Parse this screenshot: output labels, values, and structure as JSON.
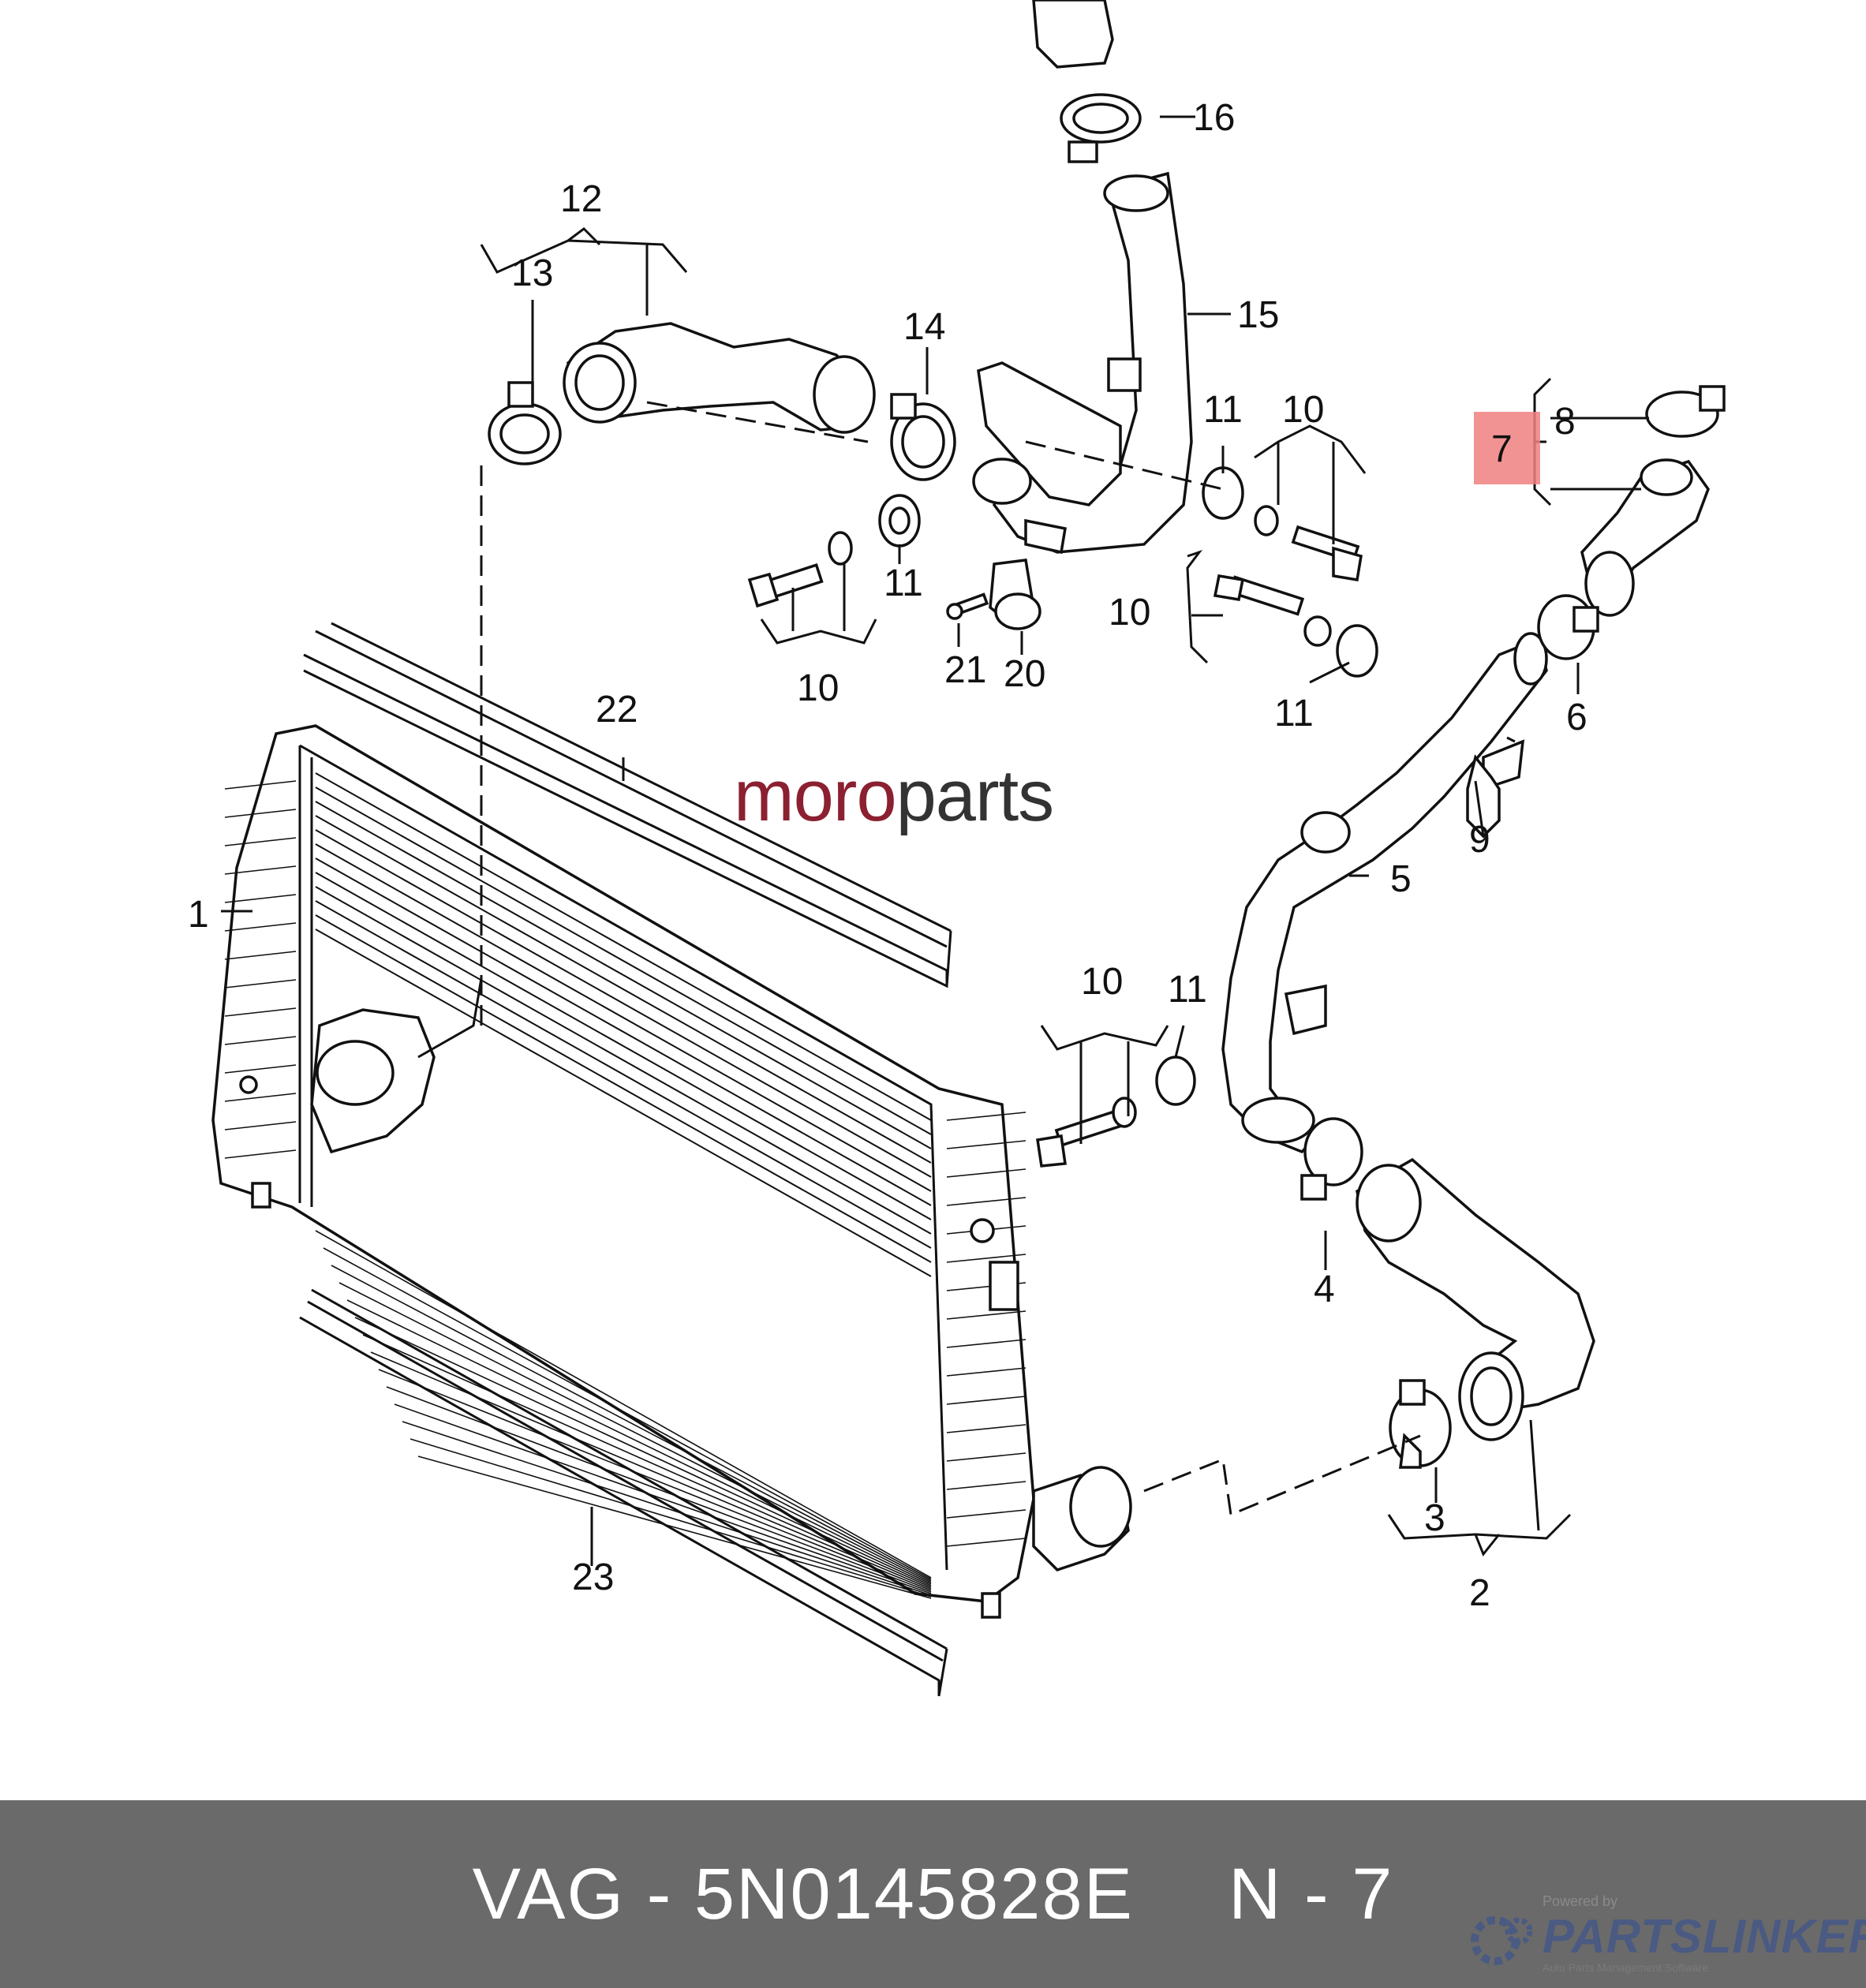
{
  "diagram": {
    "watermark": {
      "prefix": "moro",
      "suffix": "parts",
      "prefix_color": "#8b2030",
      "suffix_color": "#333333"
    },
    "callouts": {
      "c1": "1",
      "c2": "2",
      "c3": "3",
      "c4": "4",
      "c5": "5",
      "c6": "6",
      "c7": "7",
      "c8": "8",
      "c9": "9",
      "c10a": "10",
      "c10b": "10",
      "c10c": "10",
      "c10d": "10",
      "c11a": "11",
      "c11b": "11",
      "c11c": "11",
      "c11d": "11",
      "c12": "12",
      "c13": "13",
      "c14": "14",
      "c15": "15",
      "c16": "16",
      "c20": "20",
      "c21": "21",
      "c22": "22",
      "c23": "23"
    },
    "highlight_color": "#f08080"
  },
  "footer": {
    "brand": "VAG",
    "separator": "-",
    "part_number": "5N0145828E",
    "position": "N - 7",
    "powered_by": "Powered by",
    "logo_name": "PARTSLINKER",
    "logo_tagline": "Auto Parts Management Software"
  }
}
